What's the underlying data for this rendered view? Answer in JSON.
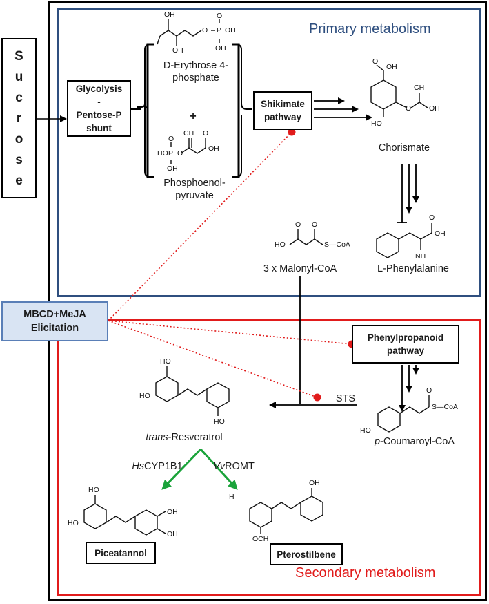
{
  "regions": {
    "primary": "Primary metabolism",
    "secondary": "Secondary metabolism"
  },
  "nodes": {
    "sucrose": "Sucrose",
    "glycolysis": "Glycolysis\n-\nPentose-P\nshunt",
    "shikimate": "Shikimate\npathway",
    "phenylpropanoid": "Phenylpropanoid\npathway",
    "elicitation": "MBCD+MeJA\nElicitation"
  },
  "compounds": {
    "erythrose": "D-Erythrose 4-\nphosphate",
    "plus": "+",
    "pep": "Phosphoenol-\npyruvate",
    "chorismate": "Chorismate",
    "phenylalanine": "L-Phenylalanine",
    "malonyl": "3 x Malonyl-CoA",
    "coumaroyl_prefix": "p",
    "coumaroyl_rest": "-Coumaroyl-CoA",
    "resveratrol_prefix": "trans",
    "resveratrol_rest": "-Resveratrol",
    "piceatannol": "Piceatannol",
    "pterostilbene": "Pterostilbene"
  },
  "enzymes": {
    "sts": "STS",
    "cyp_prefix": "Hs",
    "cyp_rest": "CYP1B1",
    "romt_prefix": "Vv",
    "romt_rest": "ROMT"
  },
  "structure_text": {
    "oh": "OH",
    "ho": "HO",
    "o": "O",
    "p": "P",
    "ch2": "CH",
    "nh2": "NH",
    "scoa": "S—CoA",
    "h3co": "H",
    "och3": "OCH",
    "ho_chor": "HO"
  },
  "colors": {
    "primary_frame": "#2f4f7f",
    "secondary_frame": "#e11b1b",
    "elicitation_fill": "#d9e4f3",
    "elicitation_border": "#5a7fb7",
    "elicitation_link": "#e11b1b",
    "green_arrows": "#1aa33a"
  }
}
